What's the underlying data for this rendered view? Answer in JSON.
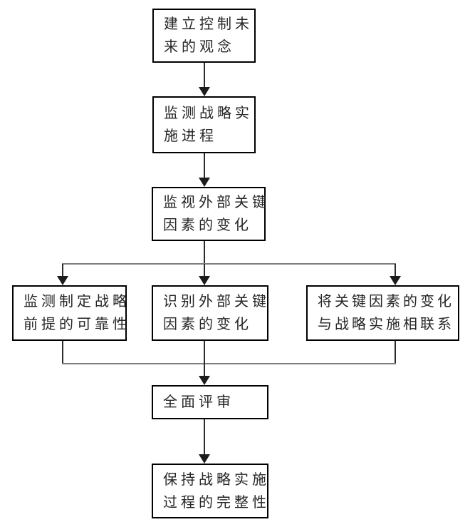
{
  "diagram": {
    "type": "flowchart",
    "nodes": {
      "n1": {
        "label": "建立控制未来的观念",
        "lines": [
          "建立控制未",
          "来的观念"
        ]
      },
      "n2": {
        "label": "监测战略实施进程",
        "lines": [
          "监测战略实",
          "施进程"
        ]
      },
      "n3": {
        "label": "监视外部关键因素的变化",
        "lines": [
          "监视外部关键",
          "因素的变化"
        ]
      },
      "n4": {
        "label": "监测制定战略前提的可靠性",
        "lines": [
          "监测制定战略",
          "前提的可靠性"
        ]
      },
      "n5": {
        "label": "识别外部关键因素的变化",
        "lines": [
          "识别外部关键",
          "因素的变化"
        ]
      },
      "n6": {
        "label": "将关键因素的变化与战略实施相联系",
        "lines": [
          "将关键因素的变化",
          "与战略实施相联系"
        ]
      },
      "n7": {
        "label": "全面评审",
        "lines": [
          "全面评审"
        ]
      },
      "n8": {
        "label": "保持战略实施过程的完整性",
        "lines": [
          "保持战略实施",
          "过程的完整性"
        ]
      }
    },
    "edges": [
      {
        "from": "n1",
        "to": "n2"
      },
      {
        "from": "n2",
        "to": "n3"
      },
      {
        "from": "n3",
        "to": "n4"
      },
      {
        "from": "n3",
        "to": "n5"
      },
      {
        "from": "n3",
        "to": "n6"
      },
      {
        "from": "n4",
        "to": "n7"
      },
      {
        "from": "n5",
        "to": "n7"
      },
      {
        "from": "n6",
        "to": "n7"
      },
      {
        "from": "n7",
        "to": "n8"
      }
    ],
    "colors": {
      "background": "#ffffff",
      "box_border": "#000000",
      "text": "#262626",
      "arrow": "#1c1c1c",
      "connector_horizontal": "#7f7f7f"
    }
  }
}
